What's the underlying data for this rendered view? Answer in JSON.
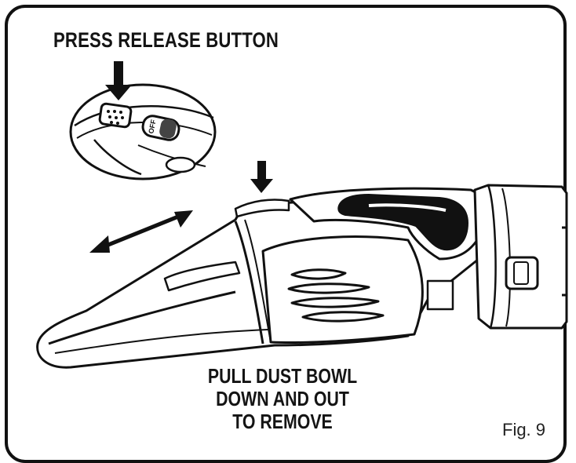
{
  "header": {
    "title": "PRESS RELEASE BUTTON"
  },
  "instructions": {
    "line1": "PULL DUST BOWL",
    "line2": "DOWN AND OUT",
    "line3": "TO REMOVE"
  },
  "figure_label": "Fig. 9",
  "inset": {
    "switch_label": "OFF"
  },
  "colors": {
    "ink": "#111111",
    "paper": "#ffffff",
    "shade": "#8a8a8a"
  }
}
